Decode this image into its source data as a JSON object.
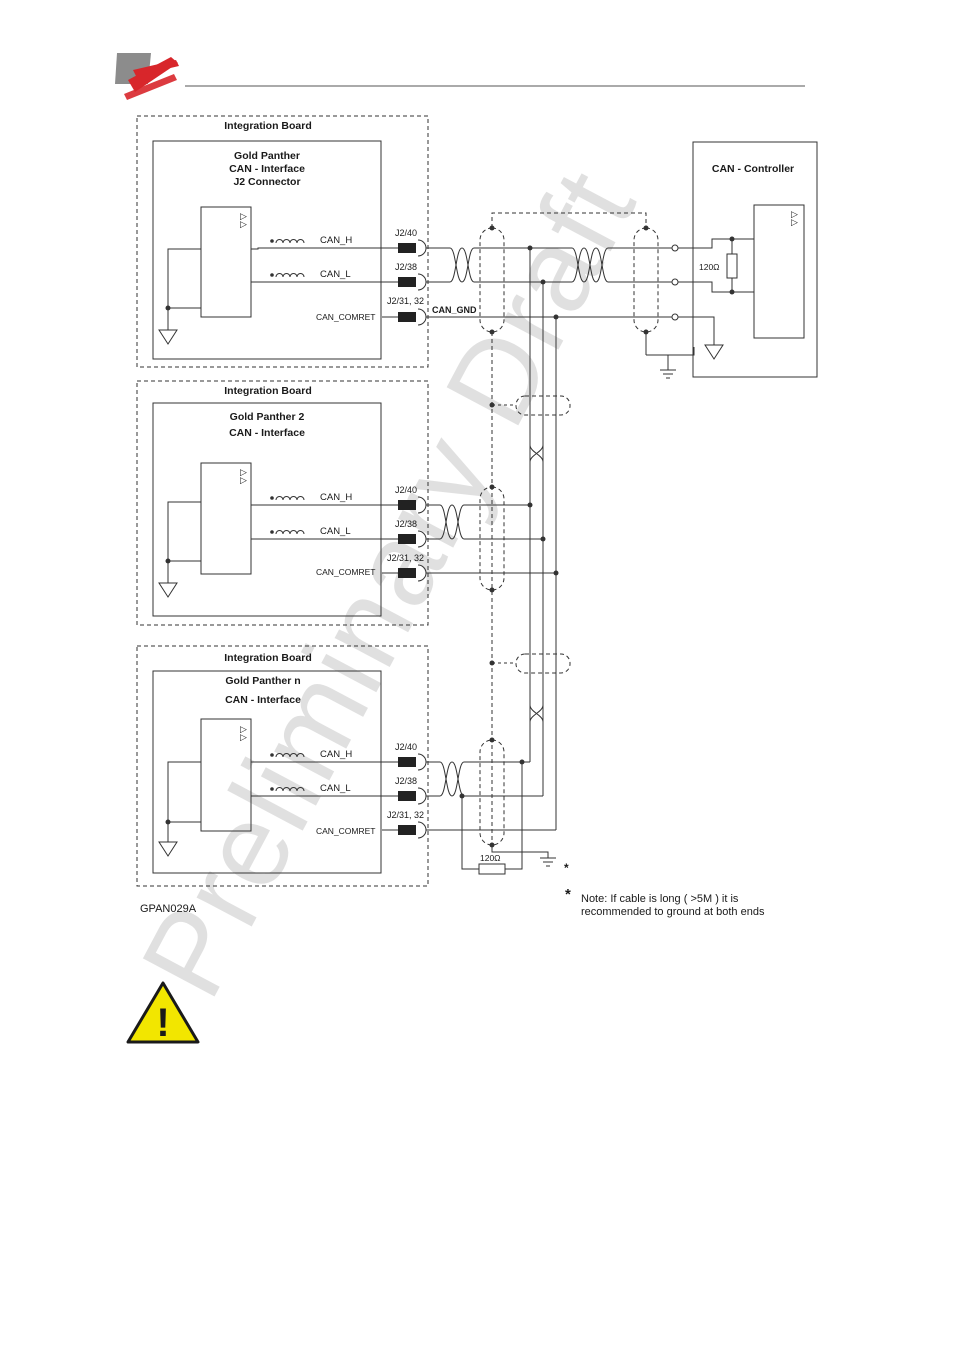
{
  "header": {
    "brand_color": "#d8262b",
    "gray_color": "#8c8c8c"
  },
  "boards": [
    {
      "board_title": "Integration Board",
      "drive_title": "Gold Panther",
      "drive_line2": "CAN -  Interface",
      "drive_line3": "J2 Connector"
    },
    {
      "board_title": "Integration Board",
      "drive_title": "Gold Panther 2",
      "drive_line2": "CAN -  Interface",
      "drive_line3": ""
    },
    {
      "board_title": "Integration Board",
      "drive_title": "Gold Panther n",
      "drive_line2": "CAN -  Interface",
      "drive_line3": ""
    }
  ],
  "signals": {
    "can_h": "CAN_H",
    "can_l": "CAN_L",
    "can_comret": "CAN_COMRET",
    "pin_h": "J2/40",
    "pin_l": "J2/38",
    "pin_gnd": "J2/31, 32",
    "can_gnd": "CAN_GND"
  },
  "controller": {
    "title": "CAN -  Controller",
    "resistor": "120Ω"
  },
  "termination": {
    "resistor": "120Ω",
    "star": "*"
  },
  "note": {
    "star": "*",
    "line1": "Note: If cable is long ( >5M ) it is",
    "line2": "recommended to ground at both ends"
  },
  "figure_id": "GPAN029A",
  "watermark": "Preliminary Draft",
  "warning": {
    "symbol": "!"
  }
}
